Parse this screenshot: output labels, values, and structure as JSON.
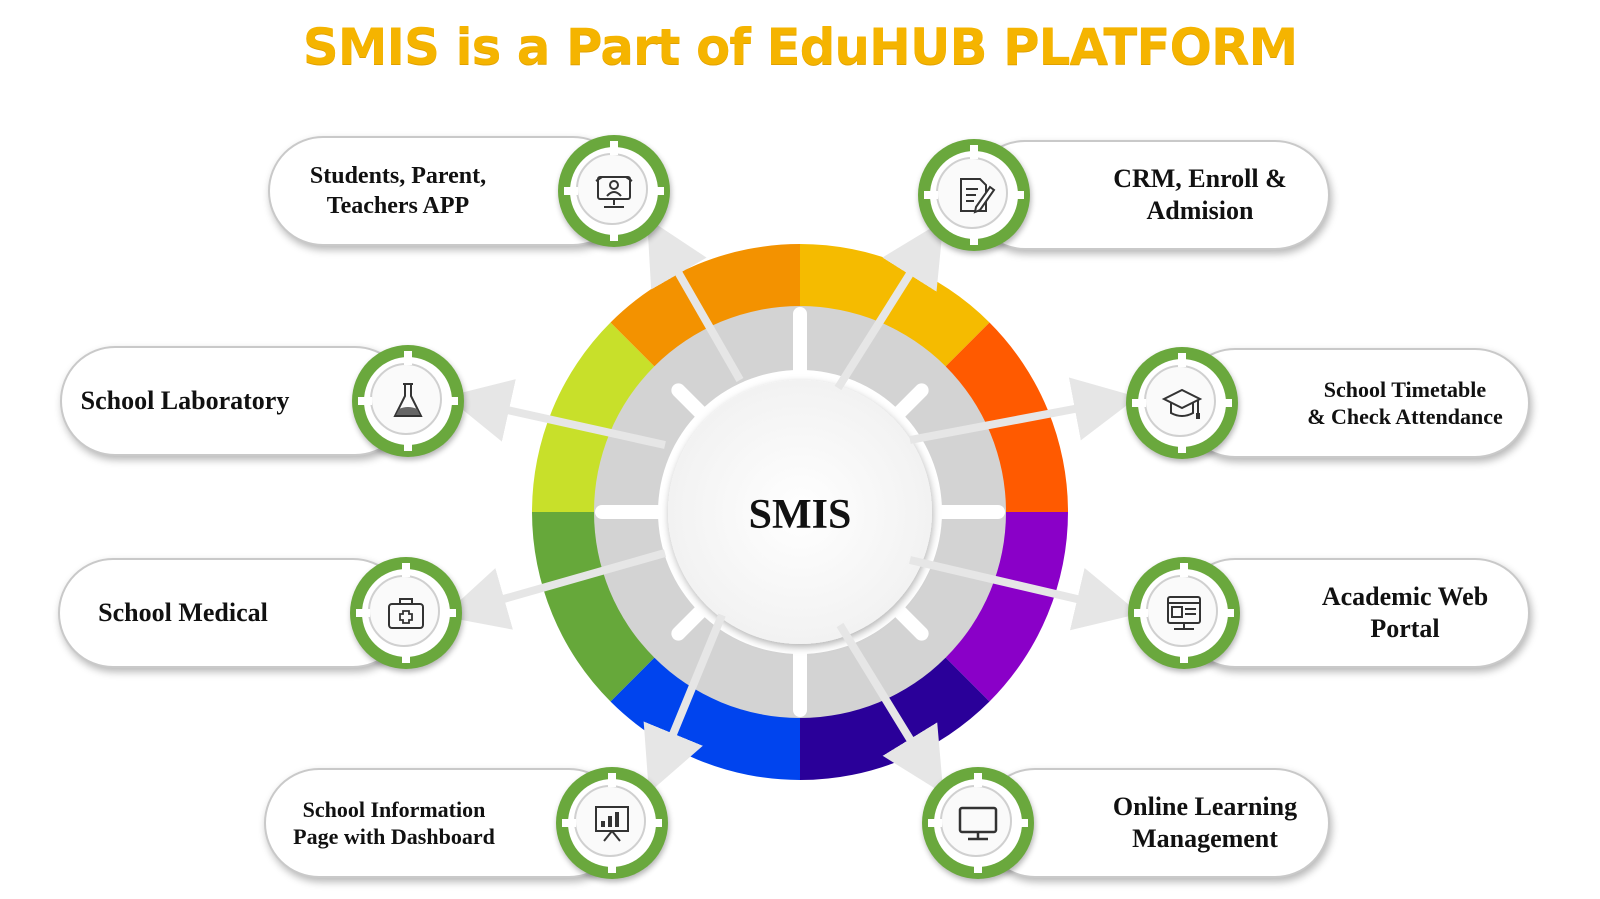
{
  "title": "SMIS is a Part of EduHUB PLATFORM",
  "center_label": "SMIS",
  "colors": {
    "title": "#f5b400",
    "badge_green": "#6aa83d",
    "ring_segments": [
      "#f5bb00",
      "#ff5a00",
      "#8a00c8",
      "#2a0099",
      "#0044ee",
      "#66a83a",
      "#c8e02a",
      "#f39200"
    ]
  },
  "modules": [
    {
      "id": "students",
      "label": "Students, Parent,\nTeachers APP",
      "icon": "presentation-user-icon"
    },
    {
      "id": "crm",
      "label": "CRM, Enroll &\nAdmision",
      "icon": "document-pen-icon"
    },
    {
      "id": "timetable",
      "label": "School Timetable\n& Check Attendance",
      "icon": "graduation-cap-icon"
    },
    {
      "id": "portal",
      "label": "Academic Web\nPortal",
      "icon": "web-portal-icon"
    },
    {
      "id": "online",
      "label": "Online Learning\nManagement",
      "icon": "monitor-icon"
    },
    {
      "id": "info",
      "label": "School Information\nPage with Dashboard",
      "icon": "chart-board-icon"
    },
    {
      "id": "medical",
      "label": "School Medical",
      "icon": "medical-kit-icon"
    },
    {
      "id": "lab",
      "label": "School Laboratory",
      "icon": "flask-icon"
    }
  ]
}
